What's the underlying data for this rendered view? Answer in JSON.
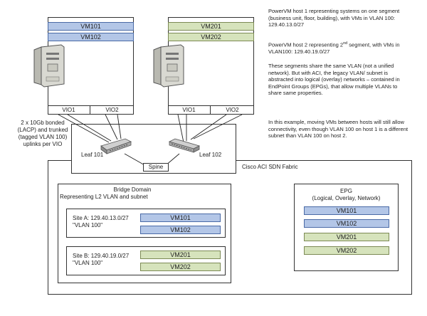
{
  "host1": {
    "vms": [
      "VM101",
      "VM102"
    ],
    "vios": [
      "VIO1",
      "VIO2"
    ]
  },
  "host2": {
    "vms": [
      "VM201",
      "VM202"
    ],
    "vios": [
      "VIO1",
      "VIO2"
    ]
  },
  "notes": {
    "p1": "PowerVM host 1 representing systems on one segment (business unit, floor, building), with VMs in VLAN 100: 129.40.13.0/27",
    "p2_pre": "PowerVM host 2 representing 2",
    "p2_sup": "nd",
    "p2_post": " segment, with VMs in VLAN100: 129.40.19.0/27",
    "p3": "These segments share the same VLAN (not a unified network). But with ACI, the legacy VLAN/ subnet is abstracted into logical (overlay) networks – contained in EndPoint Groups (EPGs), that allow multiple VLANs to share same properties.",
    "p4": "In this example, moving VMs between hosts will still allow connectivity, even though VLAN 100 on host 1 is a different subnet than VLAN 100 on host 2."
  },
  "uplinks_label": "2 x 10Gb bonded (LACP) and trunked (tagged VLAN 100) uplinks per VIO",
  "fabric": {
    "leaf1": "Leaf 101",
    "leaf2": "Leaf 102",
    "spine": "Spine",
    "title": "Cisco ACI SDN Fabric"
  },
  "bridge_domain": {
    "title1": "Bridge Domain",
    "title2": "Representing L2 VLAN and subnet",
    "siteA": {
      "subnet": "Site A: 129.40.13.0/27",
      "vlan": "\"VLAN 100\"",
      "vms": [
        "VM101",
        "VM102"
      ]
    },
    "siteB": {
      "subnet": "Site B: 129.40.19.0/27",
      "vlan": "\"VLAN 100\"",
      "vms": [
        "VM201",
        "VM202"
      ]
    }
  },
  "epg": {
    "title1": "EPG",
    "title2": "(Logical, Overlay, Network)",
    "vms": [
      "VM101",
      "VM102",
      "VM201",
      "VM202"
    ]
  }
}
